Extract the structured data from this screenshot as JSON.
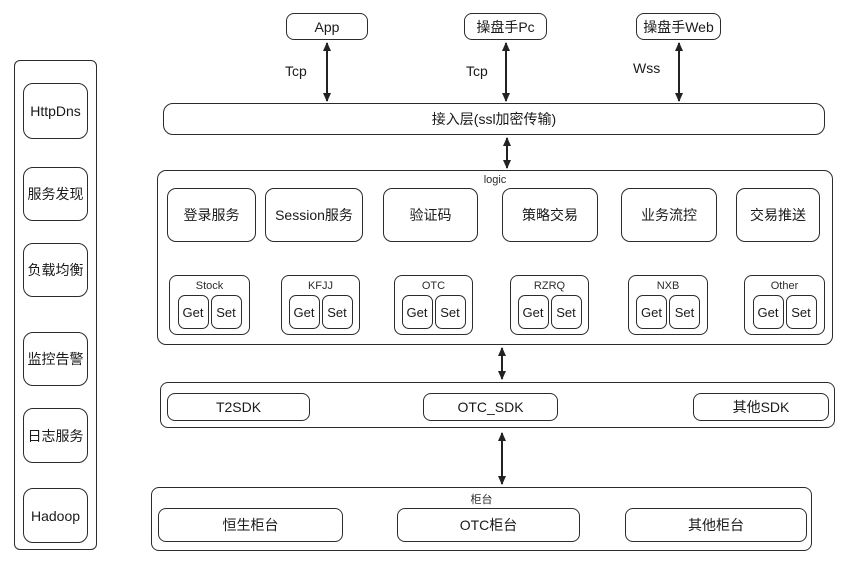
{
  "colors": {
    "line": "#2b2b2b",
    "background": "#ffffff"
  },
  "sidebar": {
    "items": [
      {
        "label": "HttpDns"
      },
      {
        "label": "服务发现"
      },
      {
        "label": "负载均衡"
      },
      {
        "label": "监控告警"
      },
      {
        "label": "日志服务"
      },
      {
        "label": "Hadoop"
      }
    ]
  },
  "clients": [
    {
      "label": "App",
      "protocol": "Tcp"
    },
    {
      "label": "操盘手Pc",
      "protocol": "Tcp"
    },
    {
      "label": "操盘手Web",
      "protocol": "Wss"
    }
  ],
  "access_layer": {
    "label": "接入层(ssl加密传输)"
  },
  "logic": {
    "label": "logic",
    "services": [
      {
        "label": "登录服务"
      },
      {
        "label": "Session服务"
      },
      {
        "label": "验证码"
      },
      {
        "label": "策略交易"
      },
      {
        "label": "业务流控"
      },
      {
        "label": "交易推送"
      }
    ],
    "modules": [
      {
        "name": "Stock",
        "ops": [
          "Get",
          "Set"
        ]
      },
      {
        "name": "KFJJ",
        "ops": [
          "Get",
          "Set"
        ]
      },
      {
        "name": "OTC",
        "ops": [
          "Get",
          "Set"
        ]
      },
      {
        "name": "RZRQ",
        "ops": [
          "Get",
          "Set"
        ]
      },
      {
        "name": "NXB",
        "ops": [
          "Get",
          "Set"
        ]
      },
      {
        "name": "Other",
        "ops": [
          "Get",
          "Set"
        ]
      }
    ]
  },
  "sdk": {
    "items": [
      {
        "label": "T2SDK"
      },
      {
        "label": "OTC_SDK"
      },
      {
        "label": "其他SDK"
      }
    ]
  },
  "counter": {
    "label": "柜台",
    "items": [
      {
        "label": "恒生柜台"
      },
      {
        "label": "OTC柜台"
      },
      {
        "label": "其他柜台"
      }
    ]
  }
}
